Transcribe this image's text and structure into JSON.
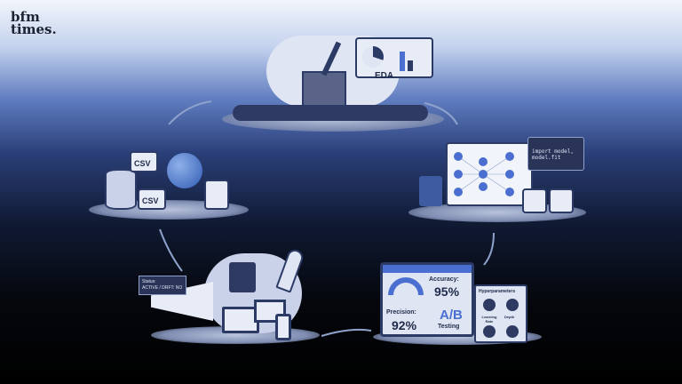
{
  "logo": {
    "line1": "bfm",
    "line2": "times."
  },
  "stages": {
    "data": {
      "csv_top": "CSV",
      "csv_bottom": "CSV"
    },
    "eda": {
      "label": "EDA"
    },
    "training": {
      "code_line1": "import model,",
      "code_line2": "model.fit"
    },
    "evaluation": {
      "accuracy_label": "Accuracy:",
      "accuracy_value": "95%",
      "precision_label": "Precision:",
      "precision_value": "92%",
      "ab_title": "A/B",
      "ab_sub": "Testing",
      "hyper_title": "Hyperparameters",
      "knob1": "Learning Rate",
      "knob2": "Depth"
    },
    "deployment": {
      "status_label": "Status:",
      "status_value": "ACTIVE / DRFT: NO"
    }
  },
  "colors": {
    "accent": "#4a6fd0",
    "dark": "#2f3a62"
  }
}
